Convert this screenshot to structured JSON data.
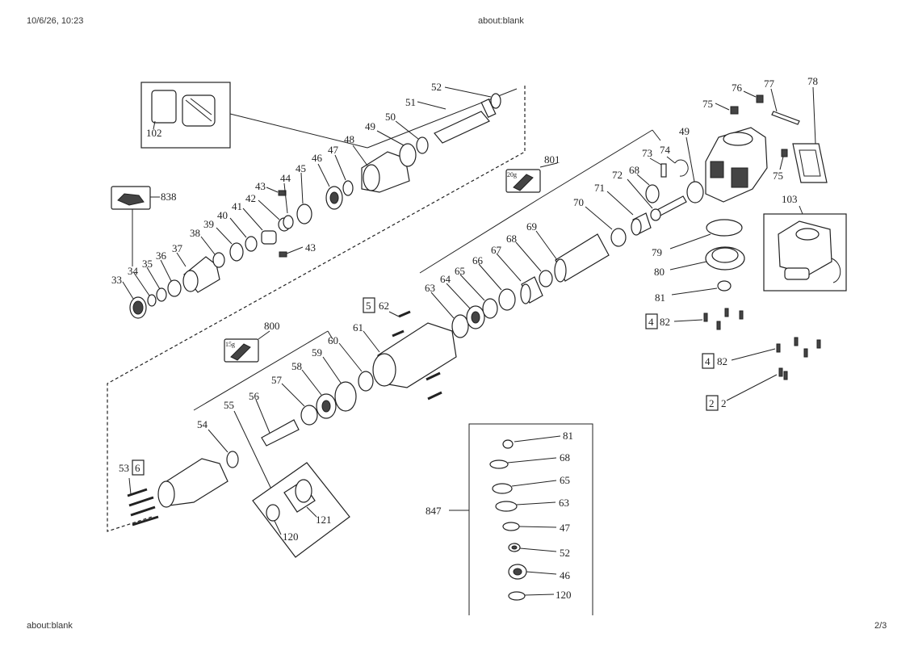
{
  "header": {
    "datetime": "10/6/26, 10:23",
    "url": "about:blank"
  },
  "footer": {
    "url": "about:blank",
    "page": "2/3"
  },
  "diagram": {
    "labels": {
      "l102": "102",
      "l838": "838",
      "l33": "33",
      "l34": "34",
      "l35": "35",
      "l36": "36",
      "l37": "37",
      "l38": "38",
      "l39": "39",
      "l40": "40",
      "l41": "41",
      "l42": "42",
      "l43a": "43",
      "l43b": "43",
      "l44": "44",
      "l45": "45",
      "l46": "46",
      "l47": "47",
      "l48": "48",
      "l49a": "49",
      "l50": "50",
      "l51": "51",
      "l52": "52",
      "l801": "801",
      "l801g": "20g",
      "l800": "800",
      "l800g": "15g",
      "l53": "53",
      "l6": "6",
      "l54": "54",
      "l55": "55",
      "l56": "56",
      "l57": "57",
      "l58": "58",
      "l59": "59",
      "l60": "60",
      "l61": "61",
      "l5": "5",
      "l62": "62",
      "l63": "63",
      "l64": "64",
      "l65": "65",
      "l66": "66",
      "l67": "67",
      "l68a": "68",
      "l69": "69",
      "l70": "70",
      "l71": "71",
      "l72": "72",
      "l68b": "68",
      "l73": "73",
      "l74": "74",
      "l49b": "49",
      "l75a": "75",
      "l76": "76",
      "l77": "77",
      "l78": "78",
      "l75b": "75",
      "l103": "103",
      "l79": "79",
      "l80": "80",
      "l81": "81",
      "l4a": "4",
      "l82a": "82",
      "l4b": "4",
      "l82b": "82",
      "l2box": "2",
      "l2": "2",
      "l120": "120",
      "l121": "121",
      "l847": "847",
      "k81": "81",
      "k68": "68",
      "k65": "65",
      "k63": "63",
      "k47": "47",
      "k52": "52",
      "k46": "46",
      "k120": "120"
    }
  }
}
